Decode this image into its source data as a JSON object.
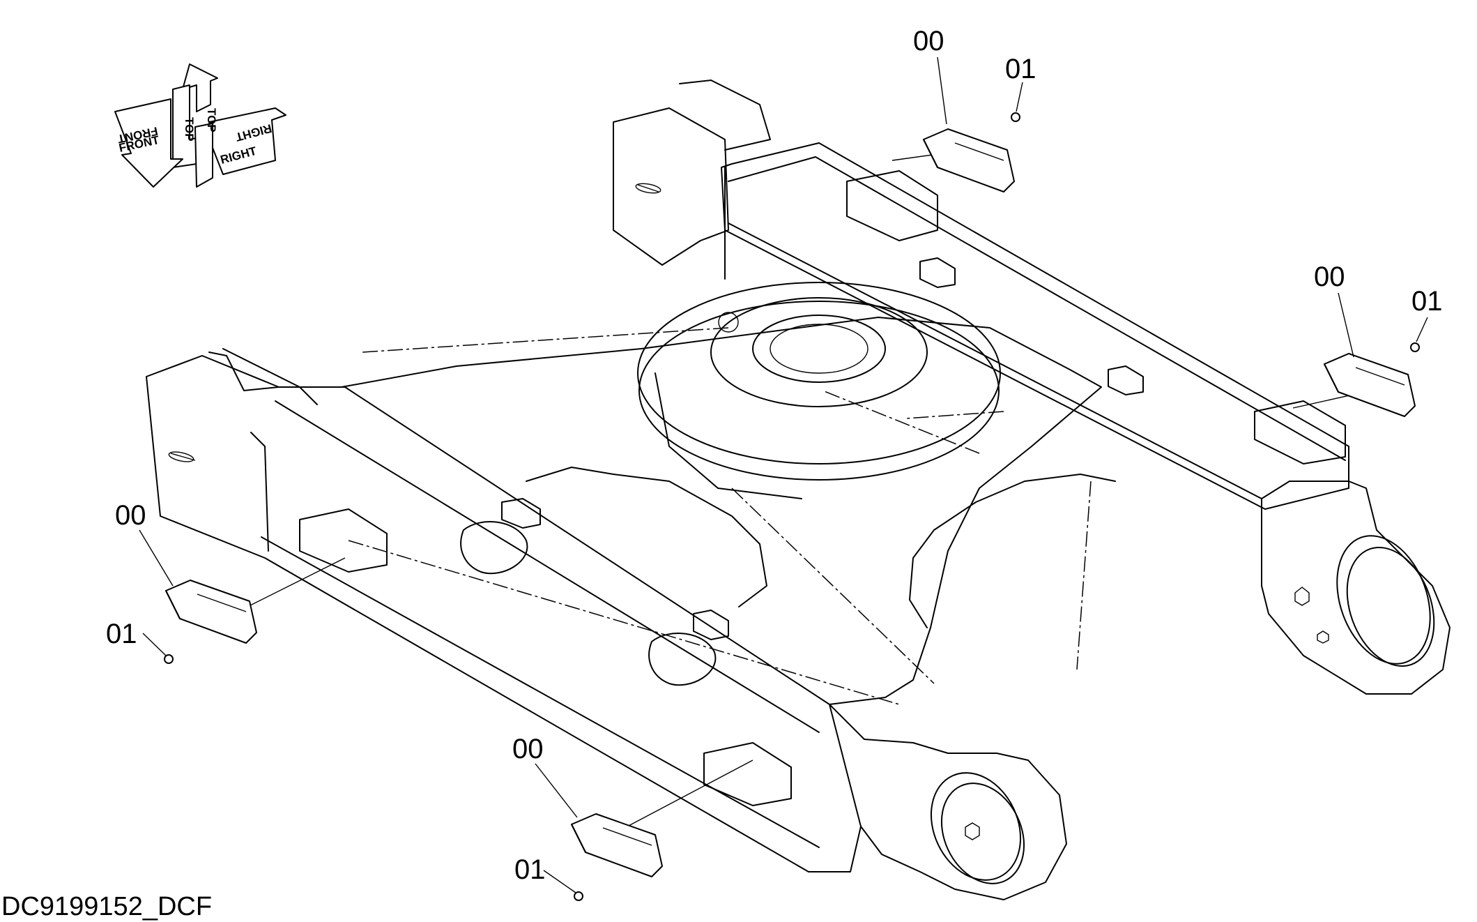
{
  "orientation": {
    "front": "FRONT",
    "top": "TOP",
    "right": "RIGHT"
  },
  "callouts": [
    {
      "part": "00",
      "screw": "01"
    },
    {
      "part": "00",
      "screw": "01"
    },
    {
      "part": "00",
      "screw": "01"
    },
    {
      "part": "00",
      "screw": "01"
    }
  ],
  "drawing_code": "DC9199152_DCF"
}
